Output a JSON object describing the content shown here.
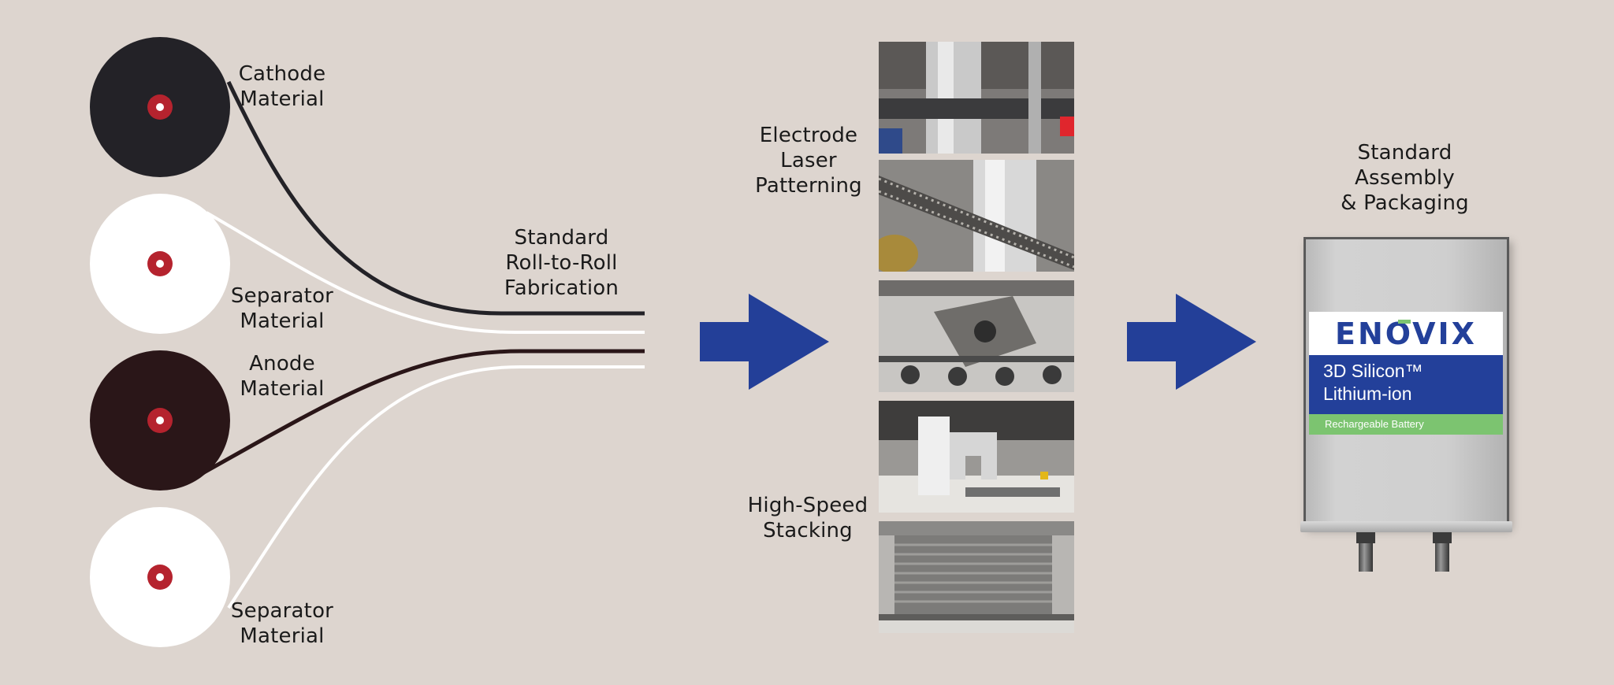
{
  "rolls": {
    "cathode": {
      "label": "Cathode\nMaterial",
      "color": "#232227"
    },
    "separator_top": {
      "label": "Separator\nMaterial",
      "color": "#ffffff"
    },
    "anode": {
      "label": "Anode\nMaterial",
      "color": "#2a1618"
    },
    "separator_bottom": {
      "label": "Separator\nMaterial",
      "color": "#ffffff"
    },
    "hub_color": "#b5232e"
  },
  "fabrication": {
    "label": "Standard\nRoll-to-Roll\nFabrication"
  },
  "arrows": {
    "color": "#233f98"
  },
  "process": {
    "laser_label": "Electrode\nLaser\nPatterning",
    "stacking_label": "High-Speed\nStacking",
    "photos": [
      "laser-web-photo",
      "patterned-electrode-photo",
      "machine-assembly-photo",
      "stacker-photo",
      "electrode-stack-photo"
    ]
  },
  "assembly": {
    "label": "Standard\nAssembly\n& Packaging"
  },
  "battery": {
    "brand": "ENOVIX",
    "product_line1": "3D Silicon™",
    "product_line2": "Lithium-ion",
    "tagline": "Rechargeable Battery",
    "brand_color": "#23409a",
    "accent_color": "#7cc470"
  }
}
